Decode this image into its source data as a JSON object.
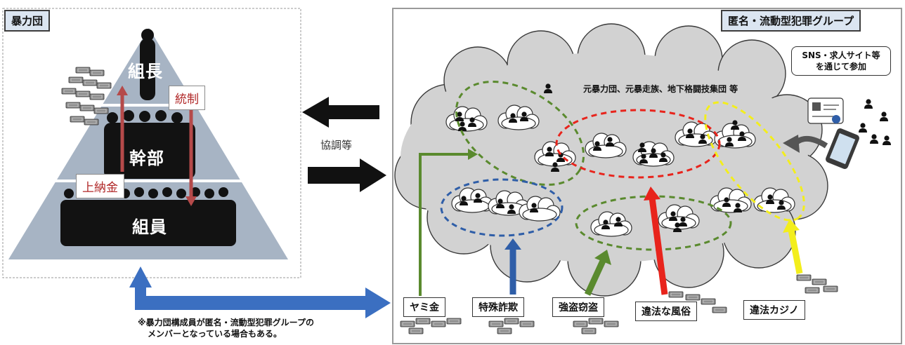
{
  "left_panel": {
    "title": "暴力団",
    "tiers": {
      "top": "組長",
      "middle": "幹部",
      "bottom": "組員"
    },
    "flows": {
      "control": "統制",
      "payment": "上納金"
    }
  },
  "middle": {
    "relation": "協調等"
  },
  "right_panel": {
    "title": "匿名・流動型犯罪グループ",
    "cloud_caption": "元暴力団、元暴走族、地下格闘技集団 等",
    "sns_note": [
      "SNS・求人サイト等",
      "を通じて参加"
    ],
    "categories": [
      "ヤミ金",
      "特殊詐欺",
      "強盗窃盗",
      "違法な風俗",
      "違法カジノ"
    ]
  },
  "footnote": [
    "※暴力団構成員が匿名・流動型犯罪グループの",
    "メンバーとなっている場合もある。"
  ],
  "colors": {
    "green": "#5a8a2e",
    "blue": "#2f5ea8",
    "red": "#e8241c",
    "yellow": "#f3ee1c",
    "pyramid": "#a7b4c4",
    "cloud": "#d2d2d2"
  }
}
